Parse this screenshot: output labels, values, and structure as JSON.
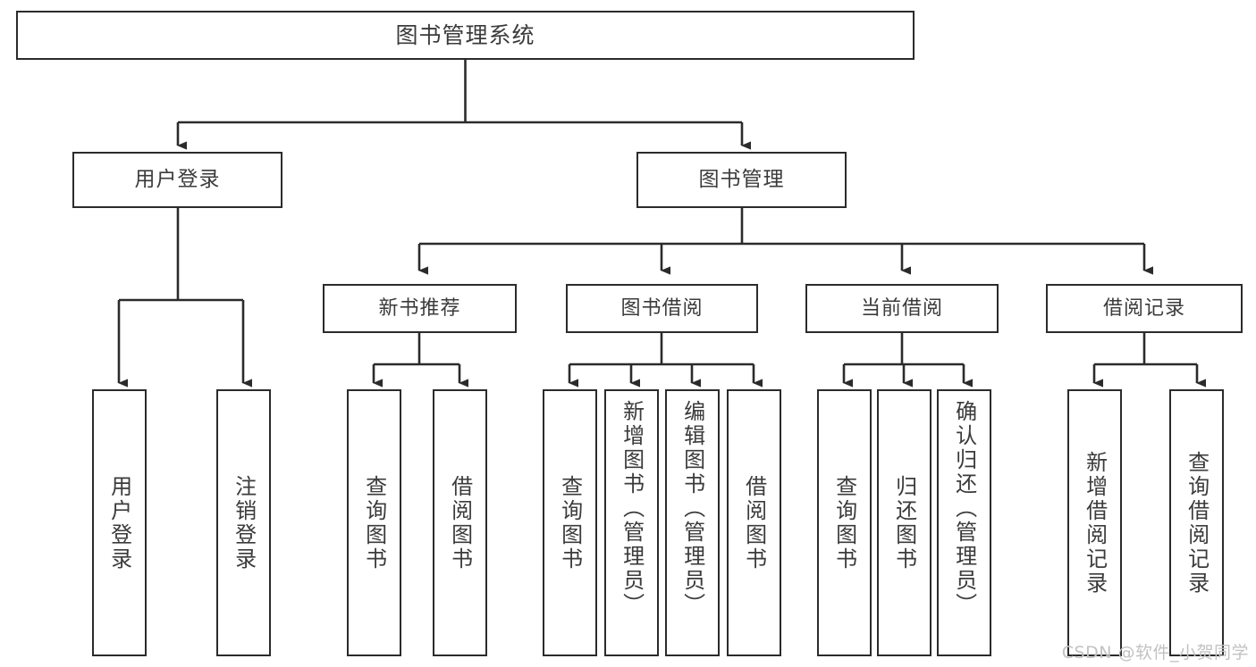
{
  "diagram": {
    "title": "图书管理系统",
    "type": "tree-hierarchy",
    "watermark": "CSDN @软件_小贺同学",
    "colors": {
      "box_border": "#2b2b2b",
      "box_fill": "#ffffff",
      "text": "#3b3b3b",
      "connector": "#2b2b2b",
      "watermark": "#c2c2c2",
      "background": "#ffffff"
    },
    "root": {
      "label": "图书管理系统"
    },
    "level1": [
      {
        "label": "用户登录"
      },
      {
        "label": "图书管理"
      }
    ],
    "level2": [
      {
        "label": "新书推荐"
      },
      {
        "label": "图书借阅"
      },
      {
        "label": "当前借阅"
      },
      {
        "label": "借阅记录"
      }
    ],
    "leaves": {
      "user_login": [
        {
          "label": "用户登录"
        },
        {
          "label": "注销登录"
        }
      ],
      "new_book": [
        {
          "label": "查询图书"
        },
        {
          "label": "借阅图书"
        }
      ],
      "book_borrow": [
        {
          "label": "查询图书"
        },
        {
          "label": "新增图书（管理员）"
        },
        {
          "label": "编辑图书（管理员）"
        },
        {
          "label": "借阅图书"
        }
      ],
      "current_borrow": [
        {
          "label": "查询图书"
        },
        {
          "label": "归还图书"
        },
        {
          "label": "确认归还（管理员）"
        }
      ],
      "borrow_record": [
        {
          "label": "新增借阅记录"
        },
        {
          "label": "查询借阅记录"
        }
      ]
    }
  }
}
